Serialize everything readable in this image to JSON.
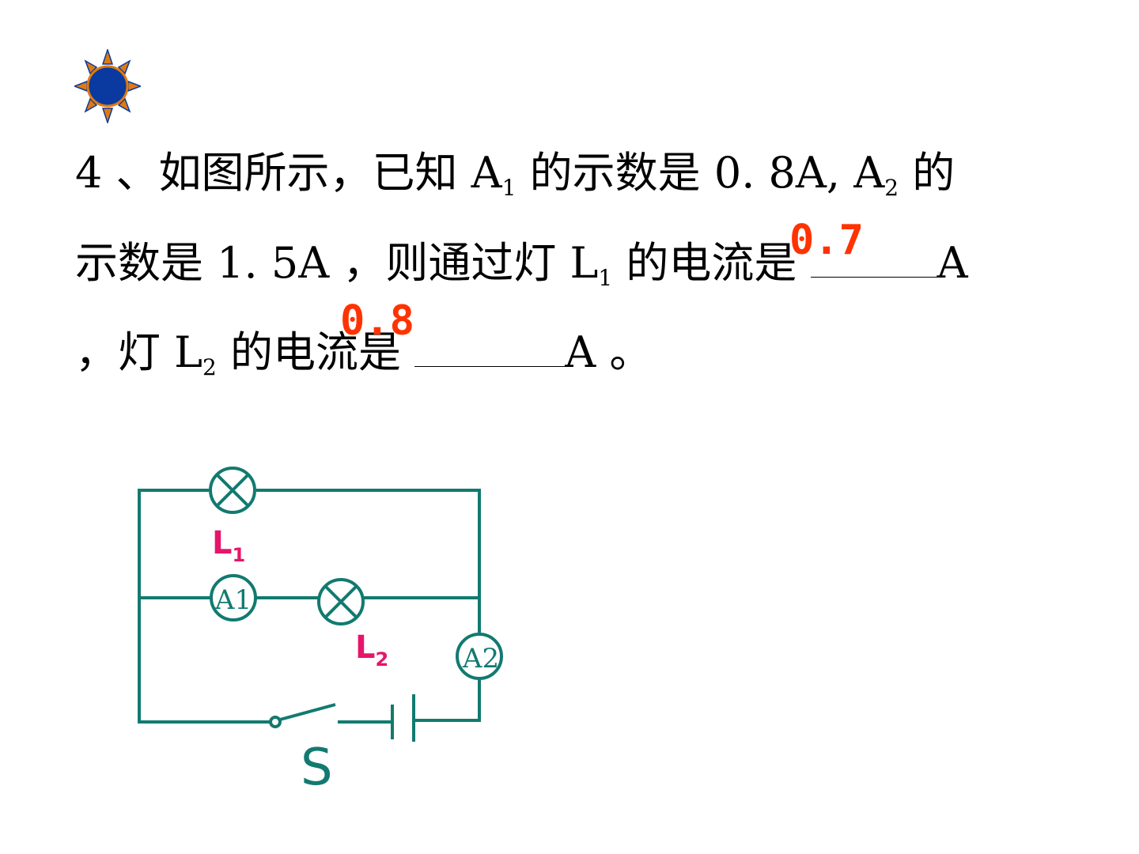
{
  "question": {
    "line1": {
      "p1": "4 、如图所示，已知 A",
      "sub1": "1",
      "p2": " 的示数是 0. 8A, A",
      "sub2": "2",
      "p3": " 的"
    },
    "line2": {
      "p1": "示数是 1. 5A ，则通过灯 L",
      "sub1": "1",
      "p2": " 的电流是 ",
      "p3": "A"
    },
    "line3": {
      "p1": "，灯 L",
      "sub1": "2",
      "p2": " 的电流是 ",
      "p3": "A 。"
    }
  },
  "answers": {
    "l1_current": "0.7",
    "l2_current": "0.8"
  },
  "circuit": {
    "lamp1_label": "L",
    "lamp1_sub": "1",
    "lamp2_label": "L",
    "lamp2_sub": "2",
    "ammeter1_label": "A1",
    "ammeter2_label": "A2",
    "switch_label": "S"
  },
  "colors": {
    "wire": "#127a70",
    "lamp_label": "#e6156a",
    "answer": "#ff3300",
    "sun_body": "#0a3aa0",
    "sun_rays": "#e07a10"
  },
  "icons": {
    "bullet": "sun-icon"
  }
}
